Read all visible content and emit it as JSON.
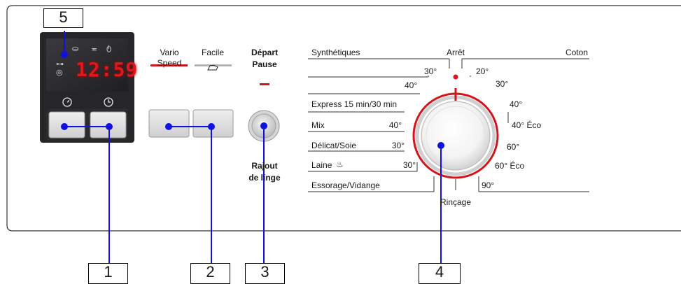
{
  "callouts": {
    "c1": "1",
    "c2": "2",
    "c3": "3",
    "c4": "4",
    "c5": "5"
  },
  "display": {
    "time": "12:59",
    "icons": [
      "basin-icon",
      "wash-tub-icon",
      "spin-icon",
      "key-icon",
      "rinse-hold-icon"
    ],
    "button_icons": [
      "spin-icon",
      "clock-icon"
    ]
  },
  "options": {
    "vario_speed": [
      "Vario",
      "Speed"
    ],
    "facile": "Facile",
    "depart": "Départ",
    "pause": "Pause",
    "ajout_linge": [
      "Rajout",
      "de linge"
    ]
  },
  "programs": {
    "left": [
      {
        "name": "Synthétiques",
        "temp": ""
      },
      {
        "name": "Express 15 min/30 min",
        "temp": ""
      },
      {
        "name": "Mix",
        "temp": "40°"
      },
      {
        "name": "Délicat/Soie",
        "temp": "30°"
      },
      {
        "name": "Laine",
        "temp": "30°"
      },
      {
        "name": "Essorage/Vidange",
        "temp": ""
      }
    ],
    "top": "Arrêt",
    "right_top": "Coton",
    "bottom": "Rinçage",
    "dial_left_temps": [
      "30°",
      "40°"
    ],
    "dial_right_temps": [
      "20°",
      "30°",
      "40°",
      "40° Éco",
      "60°",
      "60° Éco",
      "90°"
    ]
  },
  "colors": {
    "accent_red": "#d4141b",
    "display_bg": "#2b2b2e",
    "led_gray": "#b5b5b5",
    "callout_line": "#1010e0"
  }
}
